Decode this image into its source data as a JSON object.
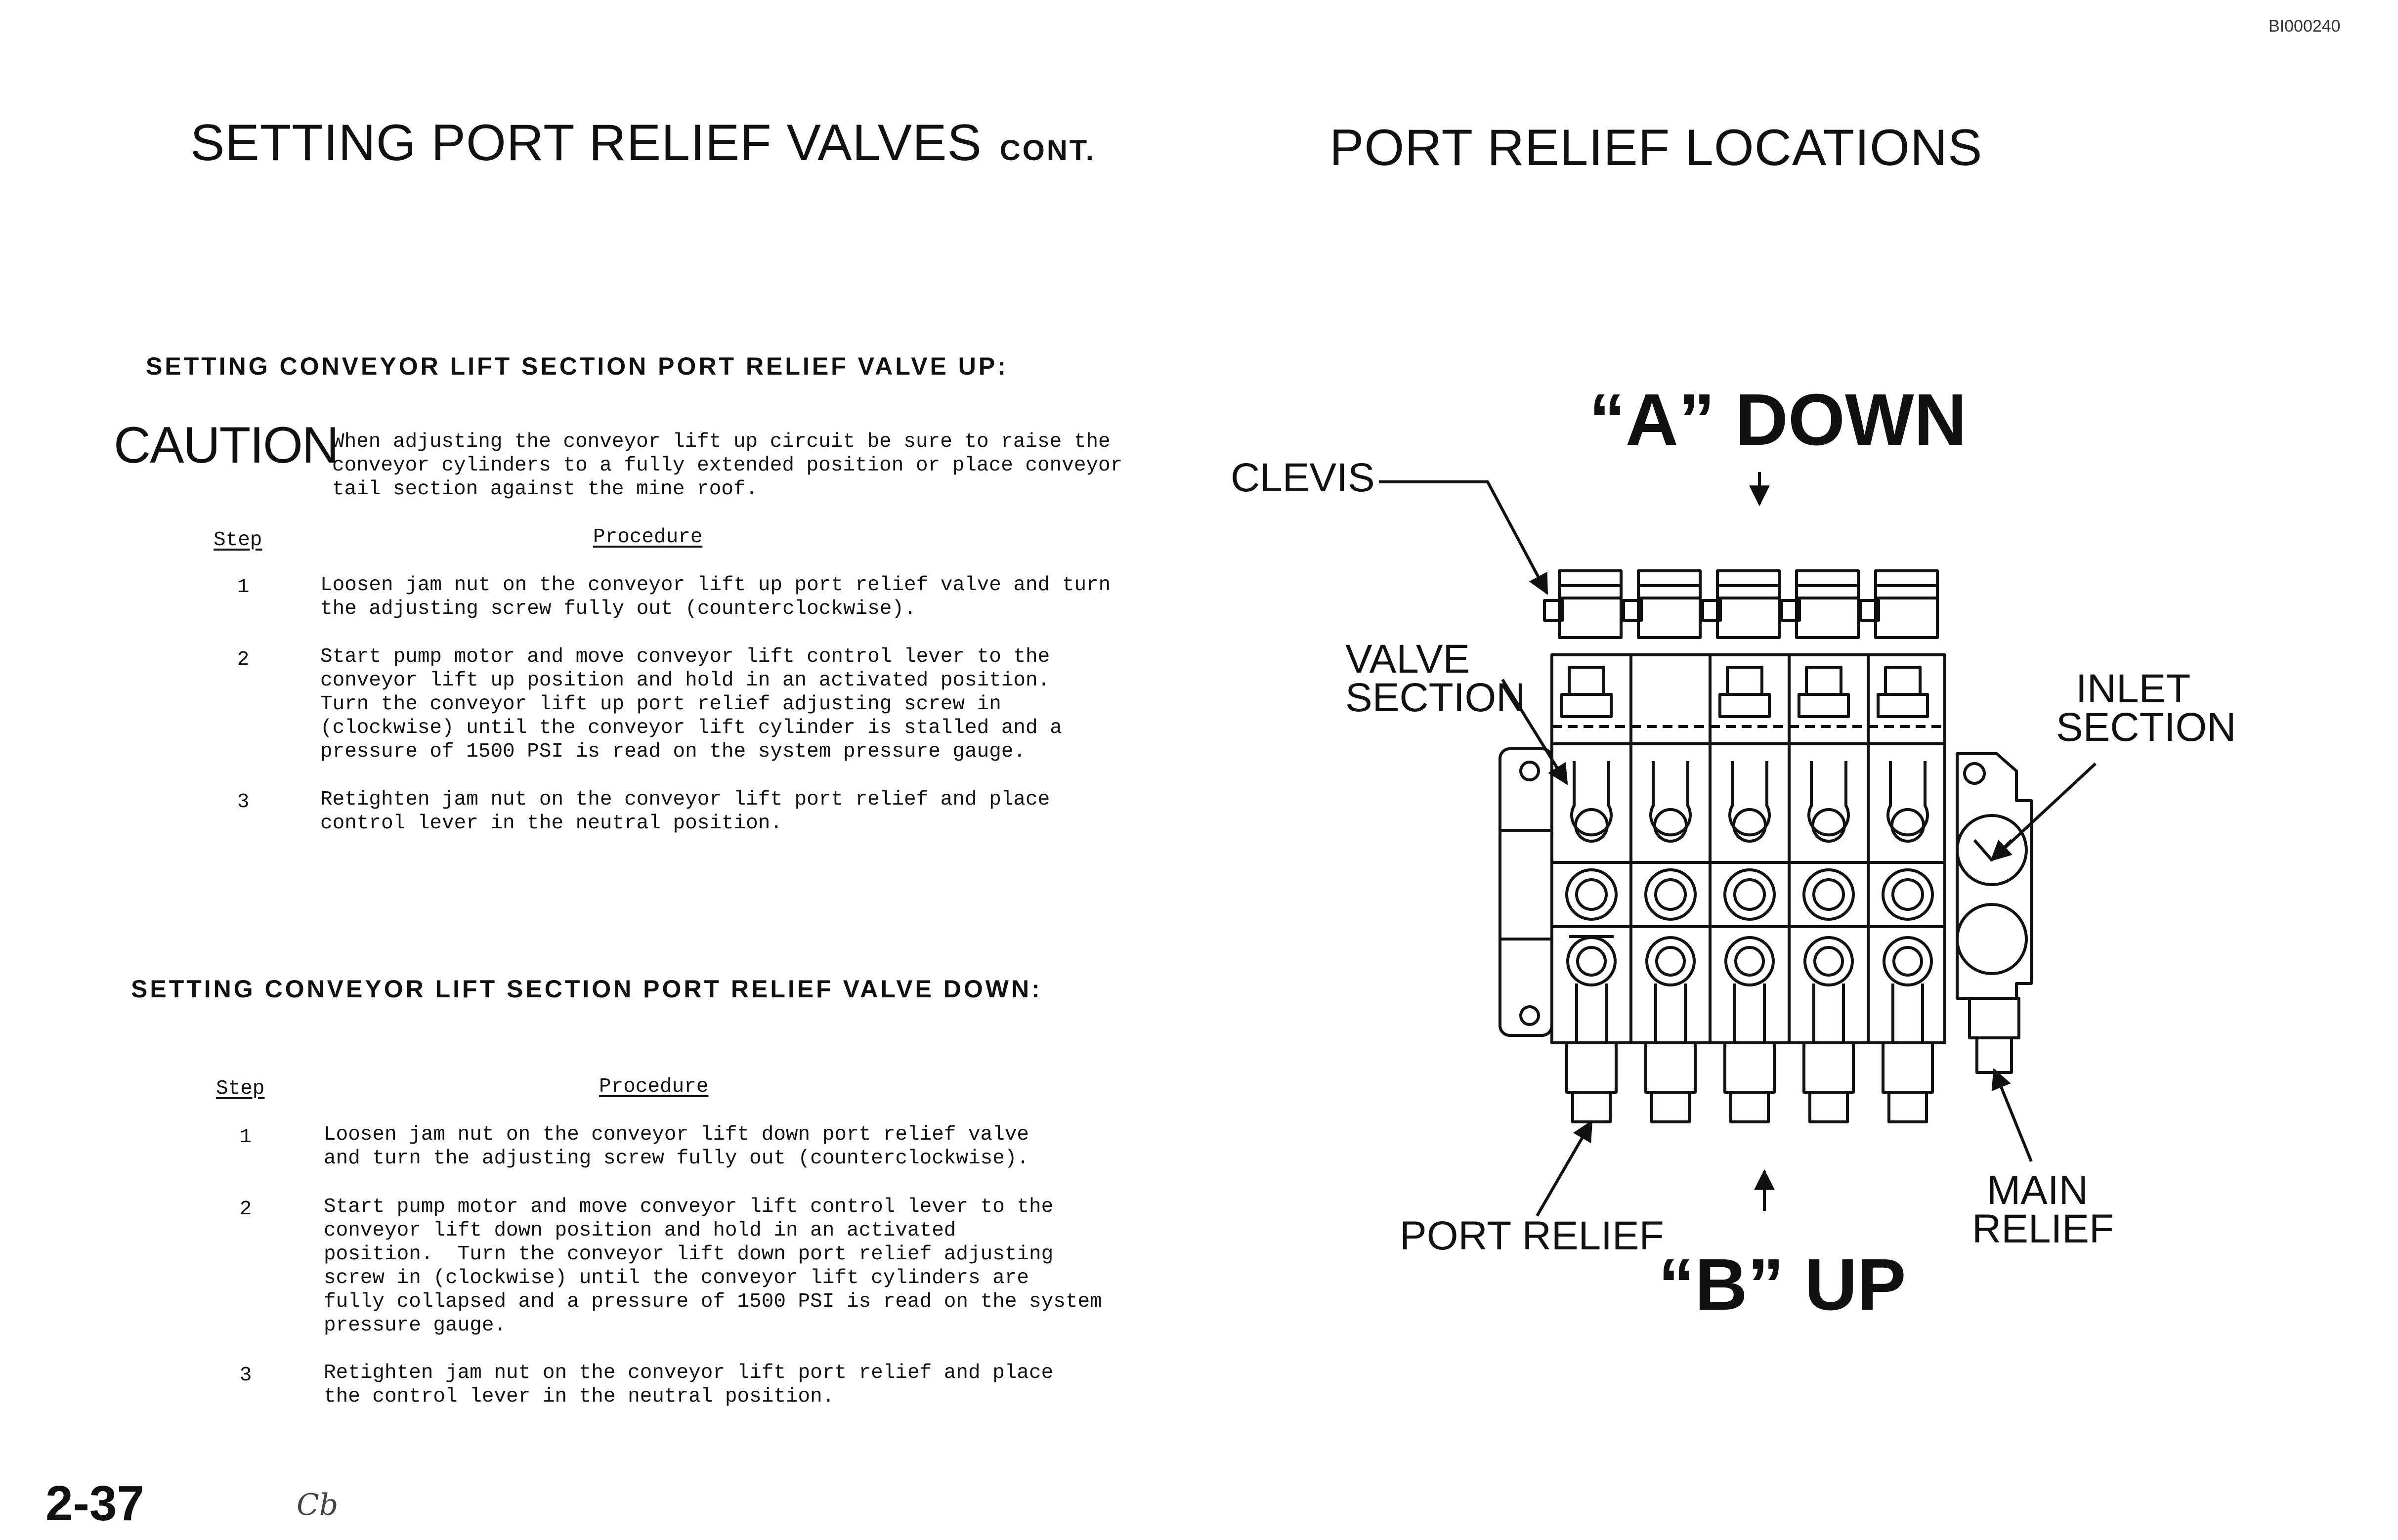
{
  "doc_id": "BI000240",
  "left_title": "SETTING PORT RELIEF VALVES",
  "left_title_suffix": "CONT.",
  "right_title": "PORT RELIEF LOCATIONS",
  "caution": {
    "label": "CAUTION",
    "text": "When adjusting the conveyor lift up circuit be sure to raise the\nconveyor cylinders to a fully extended position or place conveyor\ntail section against the mine roof."
  },
  "section_up": {
    "heading": "SETTING CONVEYOR LIFT SECTION PORT RELIEF VALVE UP:",
    "step_header": "Step",
    "procedure_header": "Procedure",
    "steps": [
      {
        "num": "1",
        "text": "Loosen jam nut on the conveyor lift up port relief valve and turn\nthe adjusting screw fully out (counterclockwise)."
      },
      {
        "num": "2",
        "text": "Start pump motor and move conveyor lift control lever to the\nconveyor lift up position and hold in an activated position.\nTurn the conveyor lift up port relief adjusting screw in\n(clockwise) until the conveyor lift cylinder is stalled and a\npressure of 1500 PSI is read on the system pressure gauge."
      },
      {
        "num": "3",
        "text": "Retighten jam nut on the conveyor lift port relief and place\ncontrol lever in the neutral position."
      }
    ]
  },
  "section_down": {
    "heading": "SETTING CONVEYOR LIFT SECTION PORT RELIEF VALVE DOWN:",
    "step_header": "Step",
    "procedure_header": "Procedure",
    "steps": [
      {
        "num": "1",
        "text": "Loosen jam nut on the conveyor lift down port relief valve\nand turn the adjusting screw fully out (counterclockwise)."
      },
      {
        "num": "2",
        "text": "Start pump motor and move conveyor lift control lever to the\nconveyor lift down position and hold in an activated\nposition.  Turn the conveyor lift down port relief adjusting\nscrew in (clockwise) until the conveyor lift cylinders are\nfully collapsed and a pressure of 1500 PSI is read on the system\npressure gauge."
      },
      {
        "num": "3",
        "text": "Retighten jam nut on the conveyor lift port relief and place\nthe control lever in the neutral position."
      }
    ]
  },
  "diagram": {
    "label_a_down": "“A” DOWN",
    "label_b_up": "“B” UP",
    "label_clevis": "CLEVIS",
    "label_valve_section_1": "VALVE",
    "label_valve_section_2": "SECTION",
    "label_inlet_section_1": "INLET",
    "label_inlet_section_2": "SECTION",
    "label_port_relief": "PORT RELIEF",
    "label_main_relief_1": "MAIN",
    "label_main_relief_2": "RELIEF"
  },
  "page_number": "2-37",
  "initials": "Cb"
}
